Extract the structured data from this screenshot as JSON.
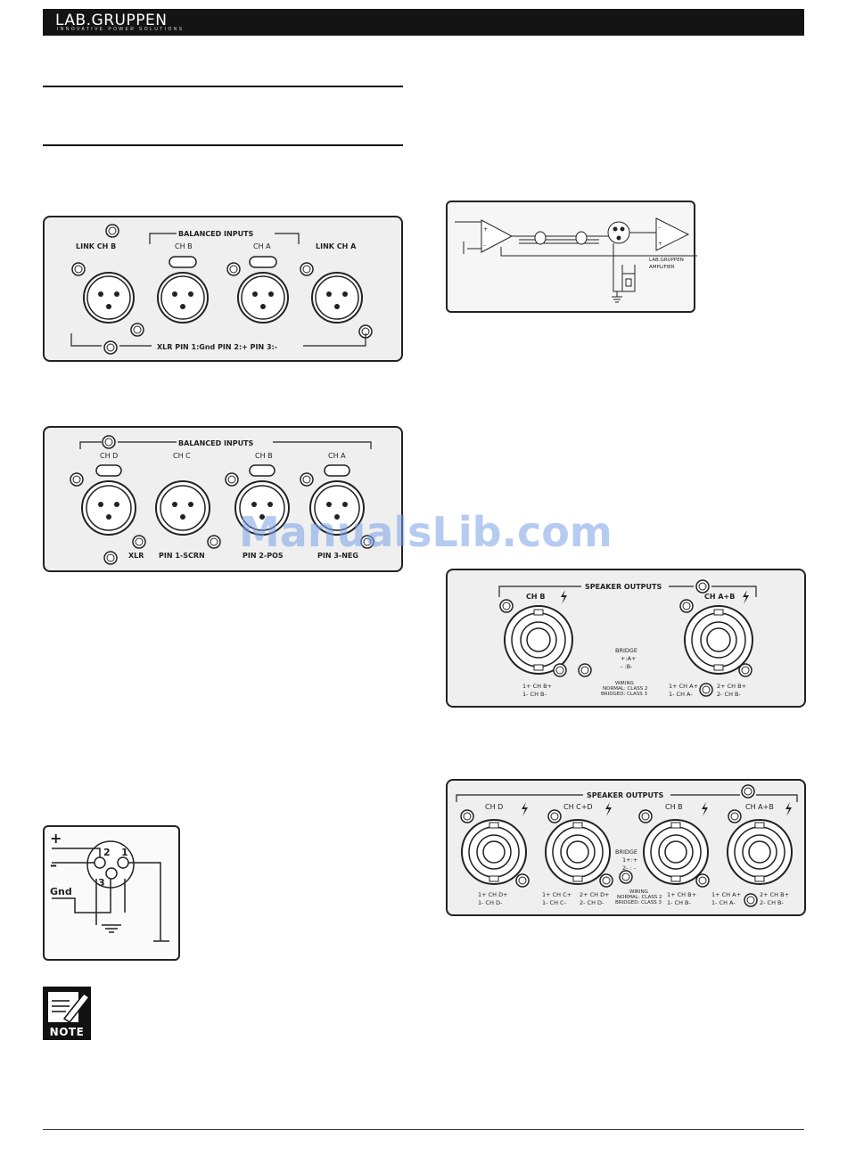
{
  "header": {
    "logo": "LAB.GRUPPEN",
    "tagline": "INNOVATIVE POWER SOLUTIONS"
  },
  "panel_2ch_inputs": {
    "link_b": "LINK CH B",
    "balanced": "BALANCED INPUTS",
    "ch_b": "CH B",
    "ch_a": "CH A",
    "link_a": "LINK CH A",
    "pinout": "XLR  PIN 1:Gnd  PIN 2:+  PIN 3:-"
  },
  "panel_4ch_inputs": {
    "balanced": "BALANCED INPUTS",
    "ch_d": "CH D",
    "ch_c": "CH C",
    "ch_b": "CH B",
    "ch_a": "CH A",
    "xlr": "XLR",
    "pin1": "PIN 1-SCRN",
    "pin2": "PIN 2-POS",
    "pin3": "PIN 3-NEG"
  },
  "schematic": {
    "label1": "LAB.GRUPPEN",
    "label2": "AMPLIFIER"
  },
  "panel_2ch_outputs": {
    "title": "SPEAKER OUTPUTS",
    "ch_b": "CH B",
    "ch_ab": "CH A+B",
    "bridge": "BRIDGE",
    "bridge_pos": "+:A+",
    "bridge_neg": "- :B-",
    "wiring": "WIRING",
    "normal": "NORMAL: CLASS 2",
    "bridged": "BRIDGED: CLASS 3",
    "left_pin1": "1+  CH B+",
    "left_pin2": "1-   CH B-",
    "right_pin1a": "1+ CH A+",
    "right_pin1b": "1-  CH A-",
    "right_pin2a": "2+ CH B+",
    "right_pin2b": "2-  CH B-"
  },
  "panel_4ch_outputs": {
    "title": "SPEAKER OUTPUTS",
    "ch_d": "CH D",
    "ch_cd": "CH C+D",
    "ch_b": "CH B",
    "ch_ab": "CH A+B",
    "bridge": "BRIDGE",
    "bridge_pos": "1+:+",
    "bridge_neg": "2- : -",
    "wiring": "WIRING",
    "normal": "NORMAL: CLASS 2",
    "bridged": "BRIDGED: CLASS 3",
    "d1": "1+ CH D+",
    "d2": "1-  CH D-",
    "cd1": "1+ CH C+",
    "cd2": "1-  CH C-",
    "cd3": "2+ CH D+",
    "cd4": "2-  CH D-",
    "b1": "1+ CH B+",
    "b2": "1-  CH B-",
    "ab1": "1+ CH A+",
    "ab2": "1-  CH A-",
    "ab3": "2+ CH B+",
    "ab4": "2-  CH B-"
  },
  "xlr_wiring": {
    "plus": "+",
    "minus": "–",
    "gnd": "Gnd",
    "pin2": "2",
    "pin1": "1",
    "pin3": "3"
  },
  "note": {
    "label": "NOTE"
  },
  "watermark": "ManualsLib.com"
}
